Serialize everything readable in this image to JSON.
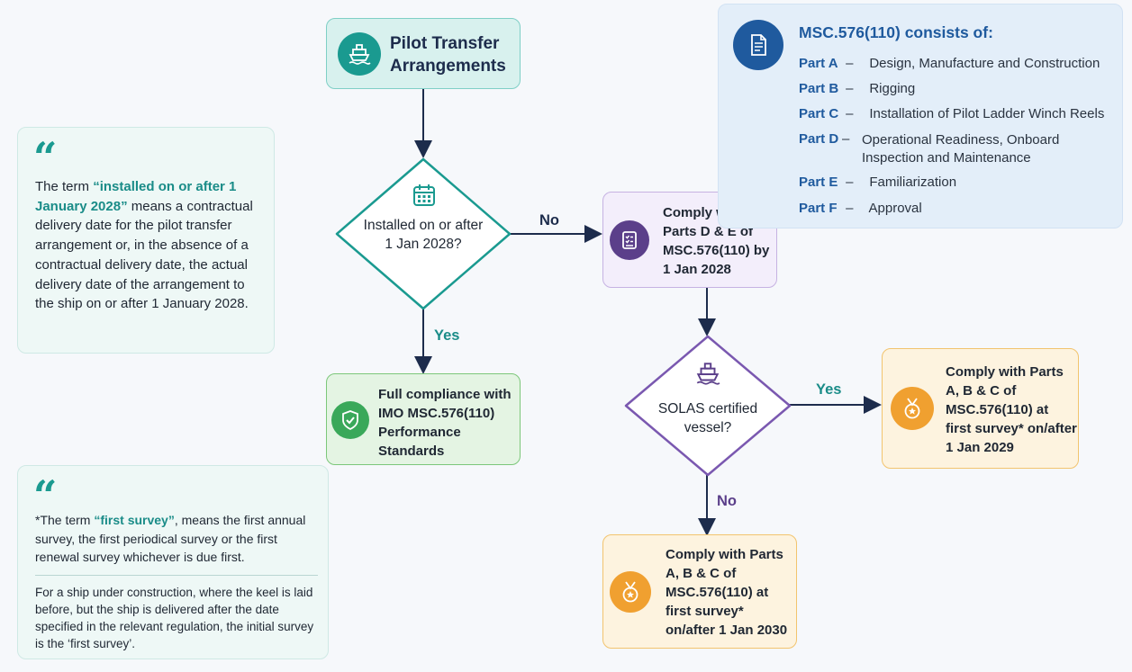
{
  "start": {
    "title": "Pilot Transfer Arrangements"
  },
  "decision1": {
    "text": "Installed on or after 1 Jan 2028?"
  },
  "decision2": {
    "text": "SOLAS certified vessel?"
  },
  "labels": {
    "no1": "No",
    "yes1": "Yes",
    "yes2": "Yes",
    "no2": "No"
  },
  "full_compliance": {
    "text": "Full compliance with IMO MSC.576(110) Performance Standards"
  },
  "comply_de": {
    "text": "Comply with Parts D & E of MSC.576(110) by 1 Jan 2028"
  },
  "comply_abc_2029": {
    "text": "Comply with Parts A, B & C of MSC.576(110) at first survey* on/after 1 Jan 2029"
  },
  "comply_abc_2030": {
    "text": "Comply with Parts A, B & C of MSC.576(110) at first survey* on/after 1 Jan 2030"
  },
  "quote1": {
    "mark": "“",
    "prefix": "The term ",
    "highlight": "“installed on or after 1 January 2028”",
    "rest": " means a contractual delivery date for the pilot transfer arrangement or, in the absence of a contractual delivery date, the actual delivery date of the arrangement to the ship on or after 1 January 2028."
  },
  "quote2": {
    "mark": "“",
    "prefix": "*The term ",
    "highlight": "“first survey”",
    "rest": ", means the first annual survey, the first periodical survey or the first renewal survey whichever is due first.",
    "note": "For a ship under construction, where the keel is laid before, but the ship is delivered after the date specified in the relevant regulation, the initial survey is the ‘first survey’."
  },
  "parts": {
    "title": "MSC.576(110) consists of:",
    "items": [
      {
        "part": "Part A",
        "dash": "–",
        "desc": "Design, Manufacture and Construction"
      },
      {
        "part": "Part B",
        "dash": "–",
        "desc": "Rigging"
      },
      {
        "part": "Part C",
        "dash": "–",
        "desc": "Installation of Pilot Ladder Winch Reels"
      },
      {
        "part": "Part D",
        "dash": "–",
        "desc": "Operational Readiness, Onboard Inspection and Maintenance"
      },
      {
        "part": "Part E",
        "dash": "–",
        "desc": "Familiarization"
      },
      {
        "part": "Part F",
        "dash": "–",
        "desc": "Approval"
      }
    ]
  },
  "colors": {
    "teal": "#1a9a90",
    "navy": "#1d2c4c",
    "purple": "#5b3f8a",
    "green": "#3aa85a",
    "orange": "#f0a030",
    "blue": "#1f5a9e"
  },
  "icons": [
    "ship-icon",
    "calendar-icon",
    "checklist-icon",
    "shield-check-icon",
    "medal-icon",
    "document-icon",
    "quote-icon"
  ]
}
